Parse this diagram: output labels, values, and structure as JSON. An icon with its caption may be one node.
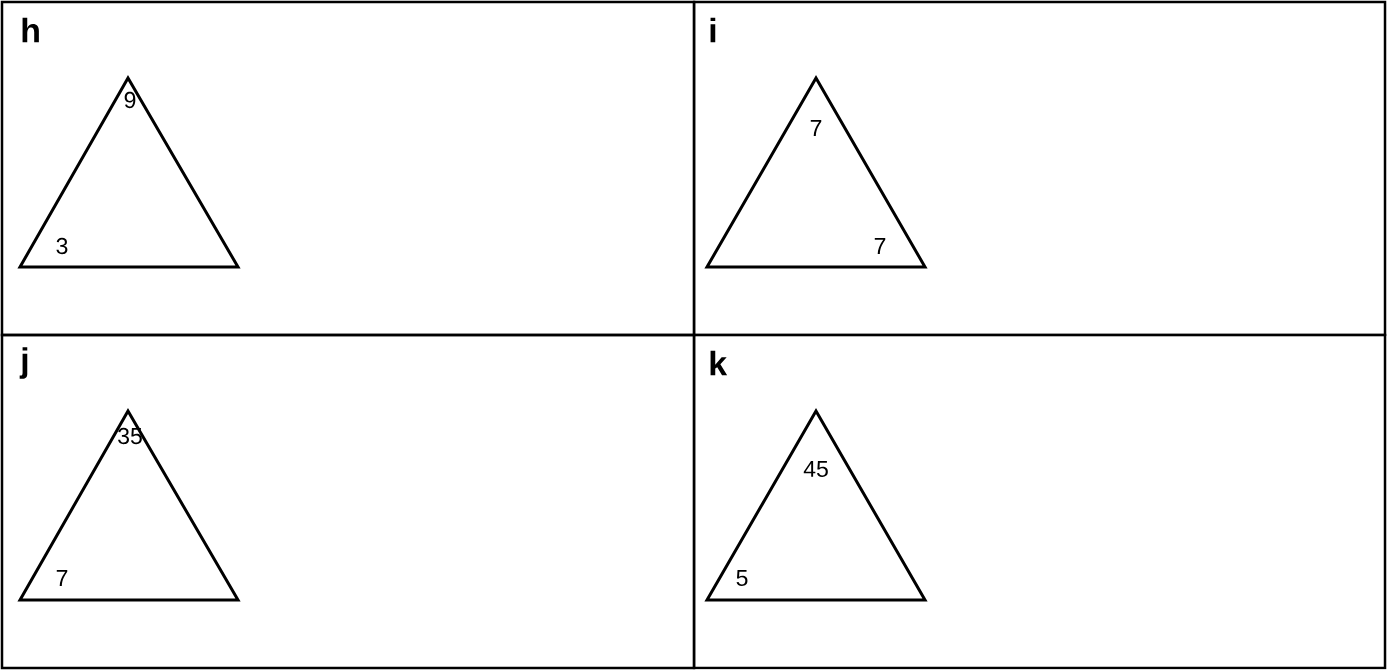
{
  "diagram": {
    "nodes": [
      {
        "text": [
          "h"
        ]
      },
      {
        "text": [
          "9",
          "3"
        ],
        "in": 0
      },
      {
        "text": [
          "i"
        ]
      },
      {
        "text": [
          "7",
          "7"
        ],
        "in": 2
      },
      {
        "text": [
          "j"
        ]
      },
      {
        "text": [
          "35",
          "7"
        ],
        "in": 4
      },
      {
        "text": [
          "k"
        ]
      },
      {
        "text": [
          "45",
          "5"
        ],
        "in": 6
      }
    ]
  }
}
